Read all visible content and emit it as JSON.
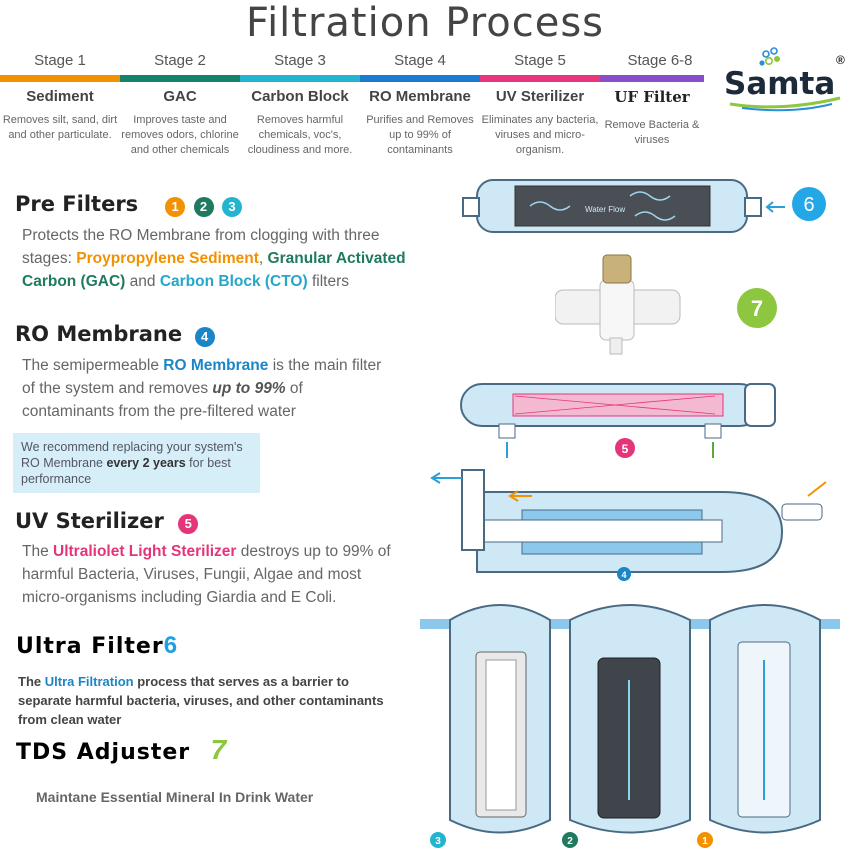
{
  "title": "Filtration Process",
  "stages": [
    {
      "label": "Stage 1",
      "name": "Sediment",
      "desc": "Removes silt, sand, dirt and other particulate.",
      "color": "#f39200"
    },
    {
      "label": "Stage 2",
      "name": "GAC",
      "desc": "Improves taste and removes odors, chlorine and other chemicals",
      "color": "#16826a"
    },
    {
      "label": "Stage 3",
      "name": "Carbon Block",
      "desc": "Removes harmful chemicals, voc's, cloudiness and more.",
      "color": "#23b5cf"
    },
    {
      "label": "Stage 4",
      "name": "RO Membrane",
      "desc": "Purifies and Removes up to 99% of contaminants",
      "color": "#1a7bd0"
    },
    {
      "label": "Stage 5",
      "name": "UV Sterilizer",
      "desc": "Eliminates any bacteria, viruses and micro-organism.",
      "color": "#e8367e"
    },
    {
      "label": "Stage 6-8",
      "name": "UF Filter",
      "desc": "Remove Bacteria & viruses",
      "color": "#8a4fc8"
    }
  ],
  "logo": {
    "text": "Samta",
    "mark": "®"
  },
  "prefilters": {
    "title": "Pre Filters",
    "nums": [
      "1",
      "2",
      "3"
    ],
    "text_a": "Protects the RO Membrane from clogging with three stages: ",
    "hl1": "Proypropylene Sediment",
    "sep1": ", ",
    "hl2": "Granular Activated Carbon (GAC)",
    "sep2": " and ",
    "hl3": "Carbon Block (CTO)",
    "text_b": " filters"
  },
  "ro": {
    "title": "RO Membrane",
    "num": "4",
    "text_a": "The semipermeable ",
    "hl": "RO Membrane",
    "text_b": " is the main filter of the system and removes ",
    "em": "up to 99%",
    "text_c": " of contaminants from the pre-filtered water",
    "note_a": "We recommend replacing your system's RO Membrane ",
    "note_b": "every 2 years",
    "note_c": " for best performance"
  },
  "uv": {
    "title": "UV Sterilizer",
    "num": "5",
    "text_a": "The ",
    "hl": "Ultraliolet Light Sterilizer",
    "text_b": " destroys up to 99% of harmful Bacteria, Viruses, Fungii, Algae and most micro-organisms including Giardia and E Coli."
  },
  "uf": {
    "title": "Ultra  Filter",
    "num": "6",
    "text_a": "The ",
    "hl": "Ultra Filtration",
    "text_b": "  process that serves as a barrier to separate harmful bacteria, viruses, and other contaminants from clean water"
  },
  "tds": {
    "title": "TDS  Adjuster",
    "num": "7",
    "text": "Maintane Essential Mineral In Drink Water"
  },
  "diagram": {
    "flow_label": "Water Flow",
    "num6": "6",
    "num7": "7",
    "num5": "5",
    "num4": "4",
    "num3": "3",
    "num2": "2",
    "num1": "1"
  }
}
